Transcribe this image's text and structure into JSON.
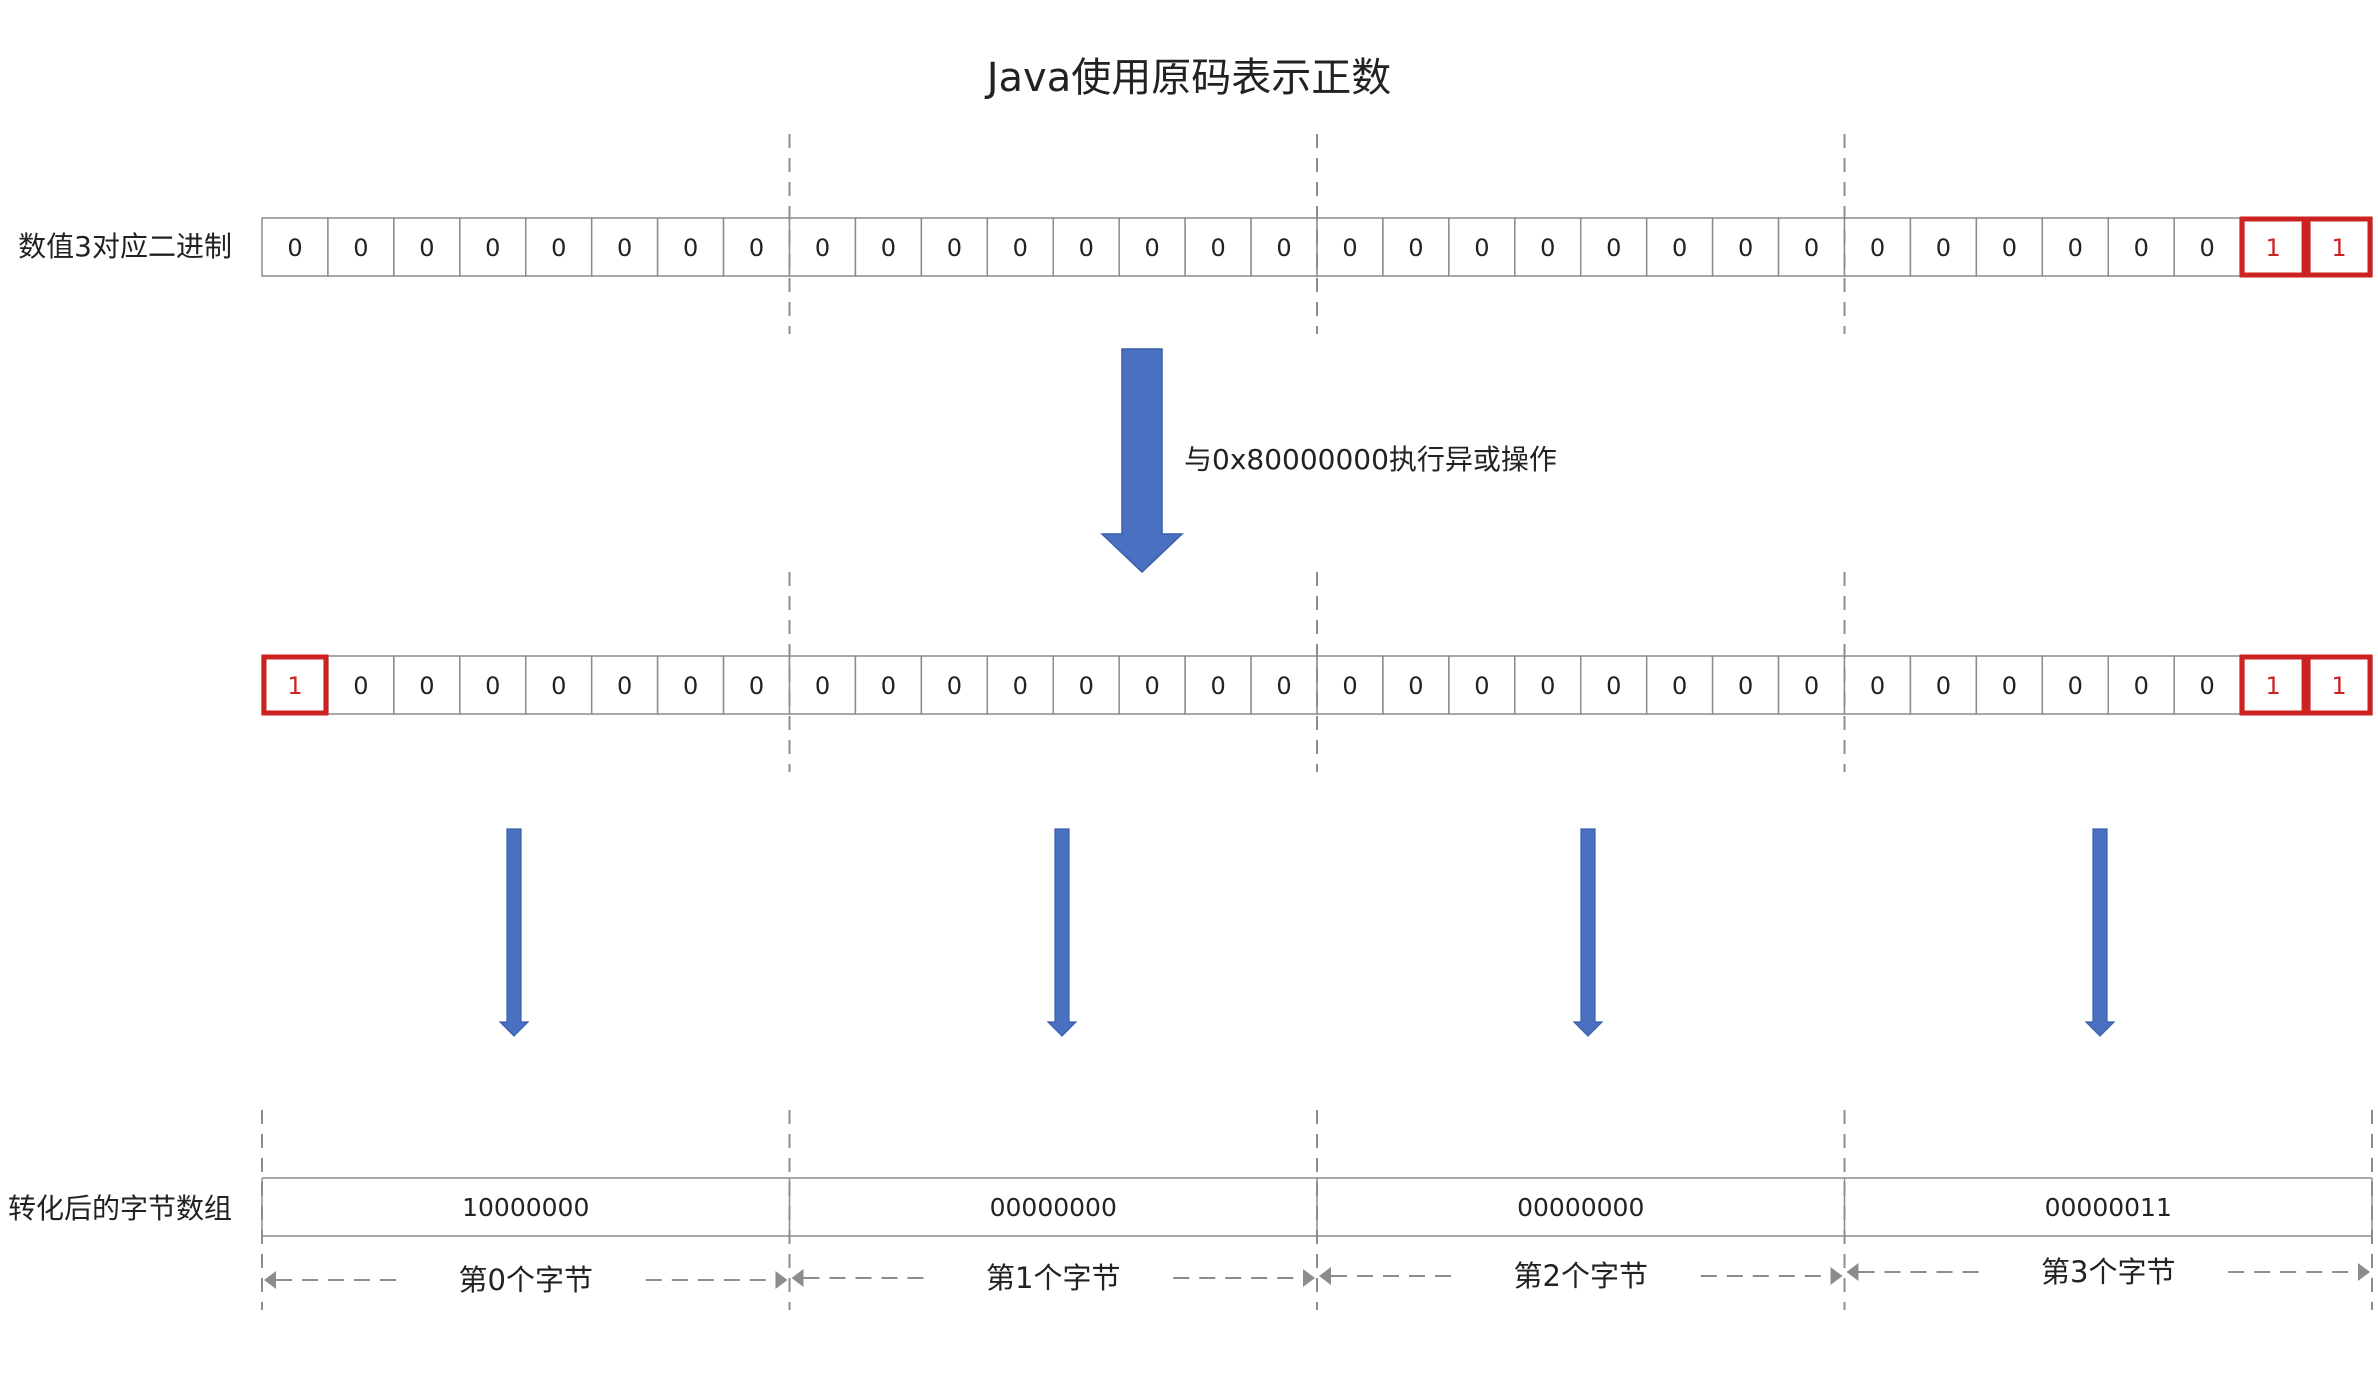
{
  "title": "Java使用原码表示正数",
  "row1": {
    "label": "数值3对应二进制",
    "bits": [
      "0",
      "0",
      "0",
      "0",
      "0",
      "0",
      "0",
      "0",
      "0",
      "0",
      "0",
      "0",
      "0",
      "0",
      "0",
      "0",
      "0",
      "0",
      "0",
      "0",
      "0",
      "0",
      "0",
      "0",
      "0",
      "0",
      "0",
      "0",
      "0",
      "0",
      "1",
      "1"
    ],
    "highlighted": [
      30,
      31
    ]
  },
  "operation": "与0x80000000执行异或操作",
  "row2": {
    "bits": [
      "1",
      "0",
      "0",
      "0",
      "0",
      "0",
      "0",
      "0",
      "0",
      "0",
      "0",
      "0",
      "0",
      "0",
      "0",
      "0",
      "0",
      "0",
      "0",
      "0",
      "0",
      "0",
      "0",
      "0",
      "0",
      "0",
      "0",
      "0",
      "0",
      "0",
      "1",
      "1"
    ],
    "highlighted": [
      0,
      30,
      31
    ]
  },
  "row3": {
    "label": "转化后的字节数组",
    "bytes": [
      "10000000",
      "00000000",
      "00000000",
      "00000011"
    ],
    "byte_labels": [
      "第0个字节",
      "第1个字节",
      "第2个字节",
      "第3个字节"
    ]
  },
  "colors": {
    "cell_border": "#8c8c8c",
    "highlight": "#cc2222",
    "arrow": "#4a70c2",
    "arrow_stroke": "#3a5ea8",
    "divider": "#8c8c8c"
  },
  "icons": {
    "big_arrow": "arrow-down-icon",
    "small_arrow": "arrow-down-icon",
    "span_arrow": "double-arrow-icon"
  }
}
